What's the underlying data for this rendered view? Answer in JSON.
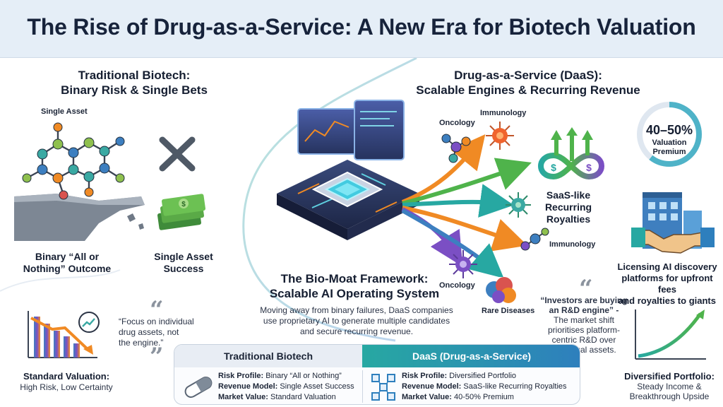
{
  "title": "The Rise of Drug-as-a-Service: A New Era for Biotech Valuation",
  "left": {
    "heading_line1": "Traditional Biotech:",
    "heading_line2": "Binary Risk & Single Bets",
    "single_asset": "Single Asset",
    "binary_line1": "Binary “All or",
    "binary_line2": "Nothing” Outcome",
    "success_line1": "Single Asset",
    "success_line2": "Success",
    "quote_line1": "“Focus on individual",
    "quote_line2": "drug assets, not",
    "quote_line3": "the engine.”",
    "valuation_title": "Standard Valuation:",
    "valuation_sub": "High Risk, Low Certainty"
  },
  "center": {
    "heading_line1": "The Bio-Moat Framework:",
    "heading_line2": "Scalable AI Operating System",
    "body_line1": "Moving away from binary failures, DaaS companies",
    "body_line2": "use proprietary AI to generate multiple candidates",
    "body_line3": "and secure recurring revenue."
  },
  "right": {
    "heading_line1": "Drug-as-a-Service (DaaS):",
    "heading_line2": "Scalable Engines & Recurring Revenue",
    "oncology_top": "Oncology",
    "immunology_top": "Immunology",
    "immunology_mid": "Immunology",
    "oncology_bottom": "Oncology",
    "rare_diseases": "Rare Diseases",
    "saas_line1": "SaaS-like",
    "saas_line2": "Recurring",
    "saas_line3": "Royalties",
    "premium_value": "40–50%",
    "premium_line1": "Valuation",
    "premium_line2": "Premium",
    "licensing_line1": "Licensing AI discovery",
    "licensing_line2": "platforms for upfront fees",
    "licensing_line3": "and royalties to giants",
    "quote_line1": "“Investors are buying",
    "quote_line2": "an R&D engine” -",
    "quote_line3": "The market shift",
    "quote_line4": "prioritises platform-",
    "quote_line5": "centric R&D over",
    "quote_line6": "individual assets.",
    "portfolio_title": "Diversified Portfolio:",
    "portfolio_line1": "Steady Income &",
    "portfolio_line2": "Breakthrough Upside"
  },
  "table": {
    "header_left": "Traditional Biotech",
    "header_right": "DaaS (Drug-as-a-Service)",
    "left_rows": [
      {
        "label": "Risk Profile:",
        "value": "Binary “All or Nothing”"
      },
      {
        "label": "Revenue Model:",
        "value": "Single Asset Success"
      },
      {
        "label": "Market Value:",
        "value": "Standard Valuation"
      }
    ],
    "right_rows": [
      {
        "label": "Risk Profile:",
        "value": "Diversified Portfolio"
      },
      {
        "label": "Revenue Model:",
        "value": "SaaS-like Recurring Royalties"
      },
      {
        "label": "Market Value:",
        "value": "40-50% Premium"
      }
    ]
  },
  "colors": {
    "teal": "#27a8a2",
    "blue": "#2e7fbd",
    "green": "#4caf50",
    "orange": "#f08a24",
    "purple": "#7b4fc4",
    "title_bg": "#e5eef7"
  },
  "icons": {
    "x_mark": "x-icon",
    "money": "money-stack-icon",
    "chip": "ai-chip-icon",
    "infinity": "infinity-dollar-icon",
    "building": "office-building-icon",
    "handshake": "handshake-icon",
    "quotes": "quote-icon"
  }
}
